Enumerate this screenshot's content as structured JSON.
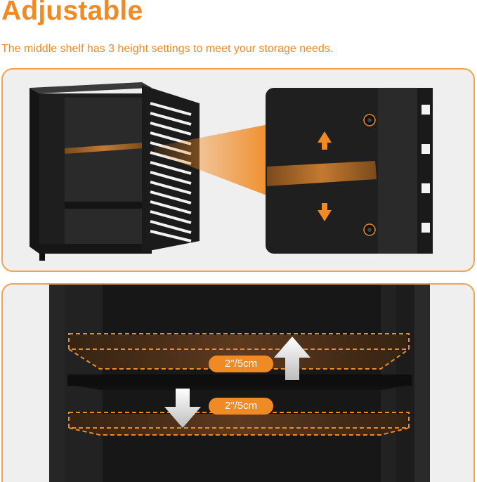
{
  "header": {
    "title": "Adjustable",
    "subtitle": "The middle shelf has 3 height settings to meet your storage needs."
  },
  "detail": {
    "labels": [
      "2\"/5cm",
      "2\"/5cm"
    ]
  },
  "colors": {
    "accent": "#f08a24",
    "panel_border": "#f5a24a",
    "cabinet": "#1e1e1e",
    "panel_bg": "#efefef"
  }
}
